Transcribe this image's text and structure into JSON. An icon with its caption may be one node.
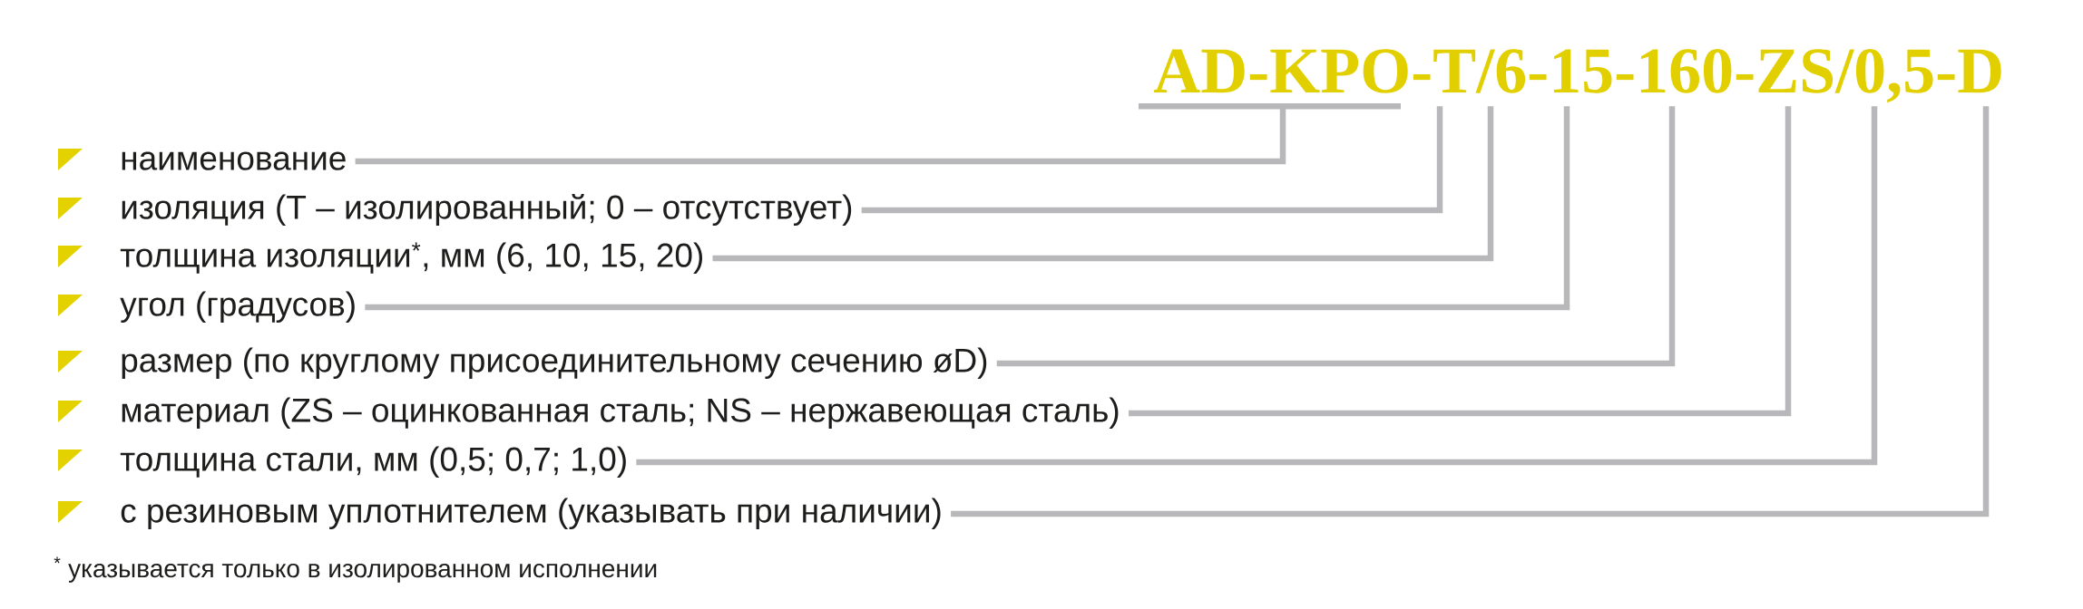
{
  "diagram": {
    "nodes": [
      {
        "text": [
          "AD-KPO-T/6-15-160-ZS/0,5-D"
        ]
      },
      {
        "text": [
          "наименование"
        ]
      },
      {
        "text": [
          "изоляция (T – изолированный; 0 – отсутствует)"
        ]
      },
      {
        "text": [
          "толщина изоляции$^{*}$, мм (6, 10, 15, 20)"
        ]
      },
      {
        "text": [
          "угол (градусов)"
        ]
      },
      {
        "text": [
          "размер (по круглому присоединительному сечению øD)"
        ]
      },
      {
        "text": [
          "материал (ZS – оцинкованная сталь; NS – нержавеющая сталь)"
        ]
      },
      {
        "text": [
          "толщина стали, мм (0,5; 0,7; 1,0)"
        ]
      },
      {
        "text": [
          "с резиновым уплотнителем (указывать при наличии)"
        ]
      }
    ],
    "edges": [
      {
        "from": 1,
        "to": 0,
        "arrow": "none"
      },
      {
        "from": 2,
        "to": 0,
        "arrow": "none"
      },
      {
        "from": 3,
        "to": 0,
        "arrow": "none"
      },
      {
        "from": 4,
        "to": 0,
        "arrow": "none"
      },
      {
        "from": 5,
        "to": 0,
        "arrow": "none"
      },
      {
        "from": 6,
        "to": 0,
        "arrow": "none"
      },
      {
        "from": 7,
        "to": 0,
        "arrow": "none"
      },
      {
        "from": 8,
        "to": 0,
        "arrow": "none"
      }
    ],
    "labels": [
      "$^{*}$ указывается только в изолированном исполнении"
    ]
  }
}
